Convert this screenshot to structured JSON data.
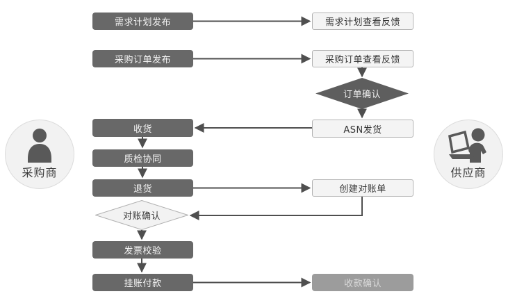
{
  "diagram": {
    "title": "procurement-collaboration-flowchart",
    "actors": {
      "buyer": {
        "label": "采购商"
      },
      "supplier": {
        "label": "供应商"
      }
    },
    "nodes": {
      "demand_plan_publish": "需求计划发布",
      "demand_plan_feedback": "需求计划查看反馈",
      "po_publish": "采购订单发布",
      "po_feedback": "采购订单查看反馈",
      "order_confirm": "订单确认",
      "asn_ship": "ASN发货",
      "receive": "收货",
      "quality_check": "质检协同",
      "return_goods": "退货",
      "create_statement": "创建对账单",
      "statement_confirm": "对账确认",
      "invoice_verify": "发票校验",
      "payment_on_account": "挂账付款",
      "receipt_confirm": "收款确认"
    },
    "flow": [
      {
        "from": "demand_plan_publish",
        "to": "demand_plan_feedback"
      },
      {
        "from": "po_publish",
        "to": "po_feedback"
      },
      {
        "from": "po_feedback",
        "to": "order_confirm"
      },
      {
        "from": "order_confirm",
        "to": "asn_ship"
      },
      {
        "from": "asn_ship",
        "to": "receive"
      },
      {
        "from": "receive",
        "to": "quality_check"
      },
      {
        "from": "quality_check",
        "to": "return_goods"
      },
      {
        "from": "return_goods",
        "to": "create_statement"
      },
      {
        "from": "create_statement",
        "to": "statement_confirm"
      },
      {
        "from": "statement_confirm",
        "to": "invoice_verify"
      },
      {
        "from": "invoice_verify",
        "to": "payment_on_account"
      },
      {
        "from": "payment_on_account",
        "to": "receipt_confirm"
      }
    ],
    "colors": {
      "dark_box_bg": "#686868",
      "dark_box_text": "#f5f5f5",
      "light_box_bg": "#f4f4f4",
      "light_box_border": "#b5b5b5",
      "light_box_text": "#333333",
      "muted_box_bg": "#9c9c9c",
      "muted_box_text": "#d9d9d9",
      "dark_diamond_fill": "#5e5e5e",
      "light_diamond_fill": "#f2f2f2",
      "light_diamond_border": "#b0b0b0",
      "connector_line": "#4f4f4f",
      "circle_bg": "#f2f2f2",
      "circle_border": "#dcdcdc",
      "icon_color": "#595959"
    }
  }
}
